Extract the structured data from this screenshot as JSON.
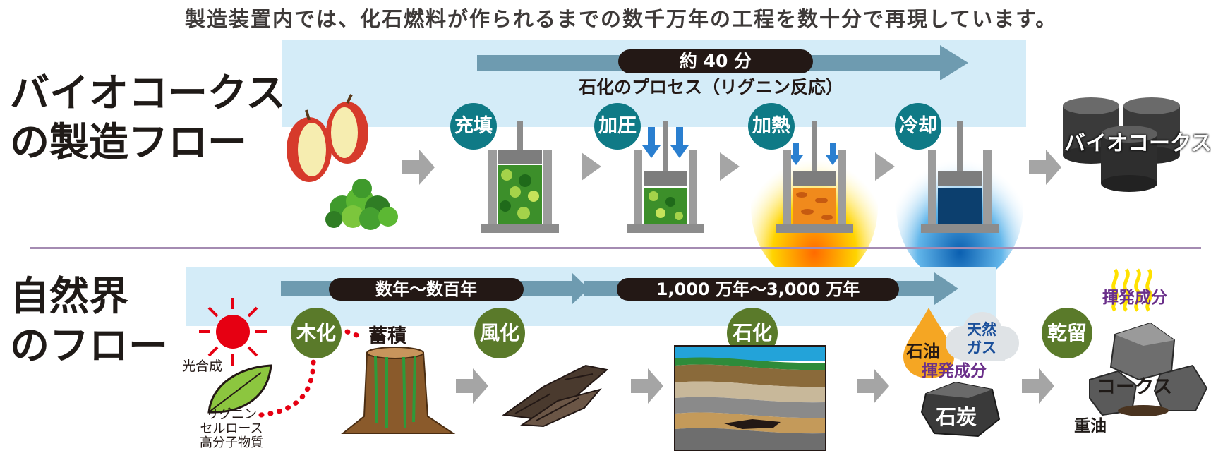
{
  "headline": "製造装置内では、化石燃料が作られるまでの数千万年の工程を数十分で再現しています。",
  "bio": {
    "title_line1": "バイオコークス",
    "title_line2": "の製造フロー",
    "time_pill": "約 40 分",
    "process_label": "石化のプロセス（リグニン反応）",
    "steps": [
      "充填",
      "加圧",
      "加熱",
      "冷却"
    ],
    "product": "バイオコークス",
    "colors": {
      "step_circle": "#0f7a86",
      "band": "#d4ecf8",
      "arrow": "#6e9bb0"
    }
  },
  "nature": {
    "title_line1": "自然界",
    "title_line2": "のフロー",
    "pill1": "数年〜数百年",
    "pill2": "1,000 万年〜3,000 万年",
    "photosynthesis": "光合成",
    "materials": [
      "リグニン",
      "セルロース",
      "高分子物質"
    ],
    "steps": {
      "lignify": "木化",
      "accumulate": "蓄積",
      "weather": "風化",
      "petrify": "石化",
      "carbonize": "乾留"
    },
    "oil": "石油",
    "gas": [
      "天然",
      "ガス"
    ],
    "volatile": "揮発成分",
    "coal": "石炭",
    "volatile2": "揮発成分",
    "coke": "コークス",
    "heavy_oil": "重油",
    "colors": {
      "step_circle": "#5a7a2a",
      "volatile_text": "#6a2f8a"
    }
  }
}
